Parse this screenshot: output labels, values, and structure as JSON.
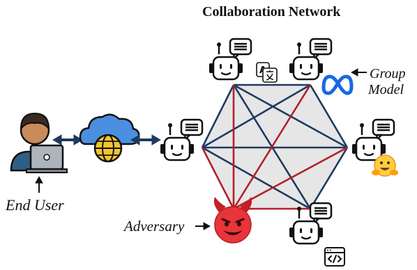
{
  "title": "Collaboration Network",
  "labels": {
    "end_user": "End User",
    "adversary": "Adversary",
    "group_line1": "Group",
    "group_line2": "Model"
  },
  "icons": {
    "user": "person-at-laptop-icon",
    "cloud": "cloud-globe-icon",
    "agent": "robot-agent-icon",
    "translate": "translate-icon",
    "meta": "meta-logo-icon",
    "huggingface": "hugging-face-emoji-icon",
    "code": "code-icon",
    "devil": "smiling-devil-icon"
  },
  "colors": {
    "edge_trusted": "#1f3a5f",
    "edge_adversary": "#b3202a",
    "hexagon_fill": "#e6e6e6",
    "devil_red": "#e8343a",
    "cloud_blue": "#4a8fe0",
    "globe_yellow": "#f4c430"
  }
}
